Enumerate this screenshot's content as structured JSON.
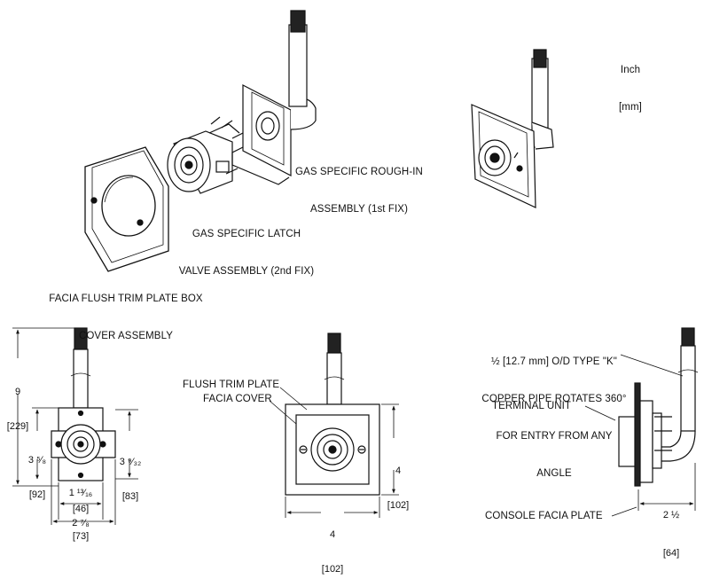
{
  "units": {
    "primary": "Inch",
    "secondary": "[mm]"
  },
  "callouts": {
    "rough_in": [
      "GAS SPECIFIC ROUGH-IN",
      "ASSEMBLY (1st FIX)"
    ],
    "latch_valve": [
      "GAS SPECIFIC LATCH",
      "VALVE ASSEMBLY (2nd FIX)"
    ],
    "facia_box": [
      "FACIA FLUSH TRIM PLATE BOX",
      "COVER ASSEMBLY"
    ],
    "flush_trim": "FLUSH TRIM PLATE",
    "facia_cover": "FACIA COVER",
    "copper_pipe": [
      "½ [12.7 mm] O/D TYPE \"K\"",
      "COPPER PIPE ROTATES 360°",
      "FOR ENTRY FROM ANY",
      "ANGLE"
    ],
    "terminal_unit": "TERMINAL UNIT",
    "console_facia": "CONSOLE FACIA PLATE"
  },
  "dimensions": {
    "overall_height": {
      "in": "9",
      "mm": "[229]"
    },
    "box_height": {
      "in": "3 ⁵⁄₈",
      "mm": "[92]"
    },
    "flange_height": {
      "in": "3 ⁹⁄₃₂",
      "mm": "[83]"
    },
    "box_width": {
      "in": "1 ¹³⁄₁₆",
      "mm": "[46]"
    },
    "flange_width": {
      "in": "2 ⁷⁄₈",
      "mm": "[73]"
    },
    "plate_height": {
      "in": "4",
      "mm": "[102]"
    },
    "plate_width": {
      "in": "4",
      "mm": "[102]"
    },
    "depth": {
      "in": "2 ½",
      "mm": "[64]"
    }
  }
}
